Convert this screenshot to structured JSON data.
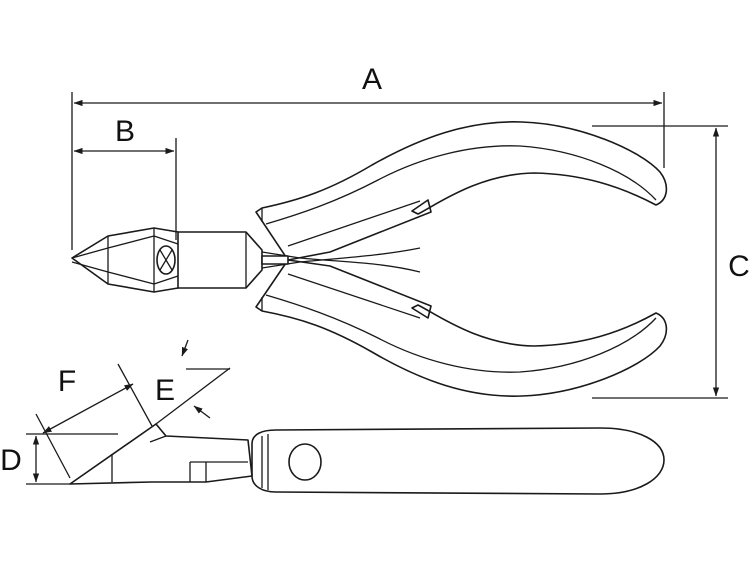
{
  "diagram": {
    "labels": {
      "a": "A",
      "b": "B",
      "c": "C",
      "d": "D",
      "e": "E",
      "f": "F"
    },
    "colors": {
      "line": "#1a1a1a",
      "background": "#ffffff"
    }
  }
}
